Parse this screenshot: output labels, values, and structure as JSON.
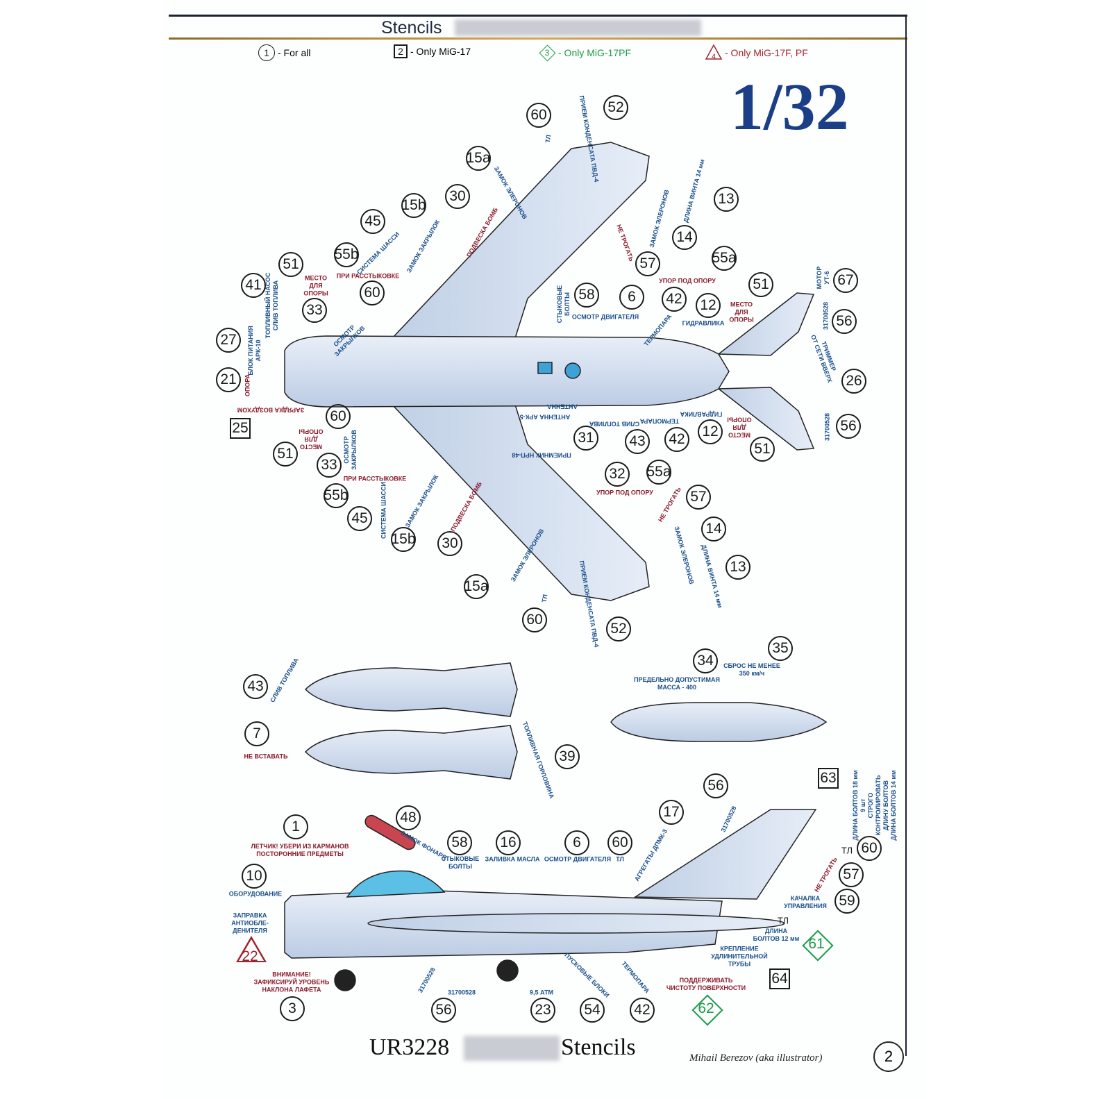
{
  "header": {
    "title": "Stencils"
  },
  "legend": [
    {
      "symbol": "1",
      "shape": "circle",
      "label": "- For all",
      "color": "#1a1a1a"
    },
    {
      "symbol": "2",
      "shape": "square",
      "label": "- Only MiG-17",
      "color": "#1a1a1a"
    },
    {
      "symbol": "3",
      "shape": "diamond",
      "label": "- Only MiG-17PF",
      "color": "#1d9a4a"
    },
    {
      "symbol": "4",
      "shape": "triangle",
      "label": "- Only MiG-17F, PF",
      "color": "#a0242e"
    }
  ],
  "scale": "1/32",
  "callouts": [
    {
      "n": "60",
      "shape": "circle"
    },
    {
      "n": "52",
      "shape": "circle"
    },
    {
      "n": "15a",
      "shape": "circle"
    },
    {
      "n": "30",
      "shape": "circle"
    },
    {
      "n": "15b",
      "shape": "circle"
    },
    {
      "n": "45",
      "shape": "circle"
    },
    {
      "n": "13",
      "shape": "circle"
    },
    {
      "n": "14",
      "shape": "circle"
    },
    {
      "n": "55b",
      "shape": "circle"
    },
    {
      "n": "51",
      "shape": "circle"
    },
    {
      "n": "57",
      "shape": "circle"
    },
    {
      "n": "55a",
      "shape": "circle"
    },
    {
      "n": "41",
      "shape": "circle"
    },
    {
      "n": "60",
      "shape": "circle"
    },
    {
      "n": "58",
      "shape": "circle"
    },
    {
      "n": "6",
      "shape": "circle"
    },
    {
      "n": "42",
      "shape": "circle"
    },
    {
      "n": "12",
      "shape": "circle"
    },
    {
      "n": "51",
      "shape": "circle"
    },
    {
      "n": "67",
      "shape": "circle"
    },
    {
      "n": "33",
      "shape": "circle"
    },
    {
      "n": "56",
      "shape": "circle"
    },
    {
      "n": "27",
      "shape": "circle"
    },
    {
      "n": "21",
      "shape": "circle"
    },
    {
      "n": "26",
      "shape": "circle"
    },
    {
      "n": "25",
      "shape": "square"
    },
    {
      "n": "60",
      "shape": "circle"
    },
    {
      "n": "31",
      "shape": "circle"
    },
    {
      "n": "43",
      "shape": "circle"
    },
    {
      "n": "42",
      "shape": "circle"
    },
    {
      "n": "12",
      "shape": "circle"
    },
    {
      "n": "56",
      "shape": "circle"
    },
    {
      "n": "51",
      "shape": "circle"
    },
    {
      "n": "33",
      "shape": "circle"
    },
    {
      "n": "51",
      "shape": "circle"
    },
    {
      "n": "32",
      "shape": "circle"
    },
    {
      "n": "55a",
      "shape": "circle"
    },
    {
      "n": "55b",
      "shape": "circle"
    },
    {
      "n": "57",
      "shape": "circle"
    },
    {
      "n": "45",
      "shape": "circle"
    },
    {
      "n": "14",
      "shape": "circle"
    },
    {
      "n": "15b",
      "shape": "circle"
    },
    {
      "n": "30",
      "shape": "circle"
    },
    {
      "n": "13",
      "shape": "circle"
    },
    {
      "n": "15a",
      "shape": "circle"
    },
    {
      "n": "60",
      "shape": "circle"
    },
    {
      "n": "52",
      "shape": "circle"
    },
    {
      "n": "34",
      "shape": "circle"
    },
    {
      "n": "35",
      "shape": "circle"
    },
    {
      "n": "43",
      "shape": "circle"
    },
    {
      "n": "7",
      "shape": "circle"
    },
    {
      "n": "39",
      "shape": "circle"
    },
    {
      "n": "63",
      "shape": "square"
    },
    {
      "n": "56",
      "shape": "circle"
    },
    {
      "n": "17",
      "shape": "circle"
    },
    {
      "n": "48",
      "shape": "circle"
    },
    {
      "n": "1",
      "shape": "circle"
    },
    {
      "n": "58",
      "shape": "circle"
    },
    {
      "n": "16",
      "shape": "circle"
    },
    {
      "n": "6",
      "shape": "circle"
    },
    {
      "n": "60",
      "shape": "circle"
    },
    {
      "n": "60",
      "shape": "circle"
    },
    {
      "n": "10",
      "shape": "circle"
    },
    {
      "n": "57",
      "shape": "circle"
    },
    {
      "n": "59",
      "shape": "circle"
    },
    {
      "n": "61",
      "shape": "diamond"
    },
    {
      "n": "22",
      "shape": "triangle"
    },
    {
      "n": "64",
      "shape": "square"
    },
    {
      "n": "62",
      "shape": "diamond"
    },
    {
      "n": "3",
      "shape": "circle"
    },
    {
      "n": "56",
      "shape": "circle"
    },
    {
      "n": "23",
      "shape": "circle"
    },
    {
      "n": "54",
      "shape": "circle"
    },
    {
      "n": "42",
      "shape": "circle"
    }
  ],
  "labels": [
    {
      "text": "ТЛ",
      "tone": "blue"
    },
    {
      "text": "ПРИЕМ КОНДЕНСАТА ПВД-4",
      "tone": "blue"
    },
    {
      "text": "ЗАМОК ЭЛЕРОНОВ",
      "tone": "blue"
    },
    {
      "text": "ПОДВЕСКА БОМБ",
      "tone": "red"
    },
    {
      "text": "ЗАМОК ЗАКРЫЛОК",
      "tone": "blue"
    },
    {
      "text": "СИСТЕМА ШАССИ",
      "tone": "blue"
    },
    {
      "text": "ДЛИНА ВИНТА 14 мм",
      "tone": "blue"
    },
    {
      "text": "ЗАМОК ЭЛЕРОНОВ",
      "tone": "blue"
    },
    {
      "text": "НЕ ТРОГАТЬ",
      "tone": "red"
    },
    {
      "text": "УПОР ПОД ОПОРУ",
      "tone": "red"
    },
    {
      "text": "МЕСТО\nДЛЯ\nОПОРЫ",
      "tone": "red"
    },
    {
      "text": "ПРИ РАССТЫКОВКЕ",
      "tone": "red"
    },
    {
      "text": "ТОПЛИВНЫЙ НАСОС\nСЛИВ ТОПЛИВА",
      "tone": "blue"
    },
    {
      "text": "ОСМОТР\nЗАКРЫЛКОВ",
      "tone": "blue"
    },
    {
      "text": "СТЫКОВЫЕ\nБОЛТЫ",
      "tone": "blue"
    },
    {
      "text": "ОСМОТР ДВИГАТЕЛЯ",
      "tone": "blue"
    },
    {
      "text": "ТЕРМОПАРА",
      "tone": "blue"
    },
    {
      "text": "ГИДРАВЛИКА",
      "tone": "blue"
    },
    {
      "text": "МЕСТО\nДЛЯ\nОПОРЫ",
      "tone": "red"
    },
    {
      "text": "МОТОР\nУТ-6",
      "tone": "blue"
    },
    {
      "text": "31700528",
      "tone": "blue"
    },
    {
      "text": "БЛОК ПИТАНИЯ\nАРК-10",
      "tone": "blue"
    },
    {
      "text": "ОПОРА",
      "tone": "red"
    },
    {
      "text": "ТРИММЕР\nОТ СЕТИ ВВЕРХ",
      "tone": "blue"
    },
    {
      "text": "ЗАРЯДКА ВОЗДУХОМ",
      "tone": "red"
    },
    {
      "text": "АНТЕННА АРК-5",
      "tone": "blue"
    },
    {
      "text": "АНТЕННА",
      "tone": "blue"
    },
    {
      "text": "СЛИВ ТОПЛИВА",
      "tone": "blue"
    },
    {
      "text": "ТЕРМОПАРА",
      "tone": "blue"
    },
    {
      "text": "ГИДРАВЛИКА",
      "tone": "blue"
    },
    {
      "text": "МЕСТО\nДЛЯ\nОПОРЫ",
      "tone": "red"
    },
    {
      "text": "31700528",
      "tone": "blue"
    },
    {
      "text": "ПРИЕМНИК НРП-48",
      "tone": "blue"
    },
    {
      "text": "УПОР ПОД ОПОРУ",
      "tone": "red"
    },
    {
      "text": "НЕ ТРОГАТЬ",
      "tone": "red"
    },
    {
      "text": "МЕСТО\nДЛЯ\nОПОРЫ",
      "tone": "red"
    },
    {
      "text": "ОСМОТР\nЗАКРЫЛКОВ",
      "tone": "blue"
    },
    {
      "text": "ПРИ РАССТЫКОВКЕ",
      "tone": "red"
    },
    {
      "text": "СИСТЕМА ШАССИ",
      "tone": "blue"
    },
    {
      "text": "ЗАМОК ЗАКРЫЛОК",
      "tone": "blue"
    },
    {
      "text": "ПОДВЕСКА БОМБ",
      "tone": "red"
    },
    {
      "text": "ЗАМОК ЭЛЕРОНОВ",
      "tone": "blue"
    },
    {
      "text": "ДЛИНА ВИНТА 14 мм",
      "tone": "blue"
    },
    {
      "text": "ЗАМОК ЭЛЕРОНОВ",
      "tone": "blue"
    },
    {
      "text": "ТЛ",
      "tone": "blue"
    },
    {
      "text": "ПРИЕМ КОНДЕНСАТА ПВД-4",
      "tone": "blue"
    },
    {
      "text": "ПРЕДЕЛЬНО ДОПУСТИМАЯ\nМАССА - 400",
      "tone": "blue"
    },
    {
      "text": "СБРОС НЕ МЕНЕЕ\n350 км/ч",
      "tone": "blue"
    },
    {
      "text": "СЛИВ ТОПЛИВА",
      "tone": "blue"
    },
    {
      "text": "НЕ ВСТАВАТЬ",
      "tone": "red"
    },
    {
      "text": "ТОПЛИВНАЯ ГОРЛОВИНА",
      "tone": "blue"
    },
    {
      "text": "ЛЕТЧИК! УБЕРИ ИЗ КАРМАНОВ\nПОСТОРОННИЕ ПРЕДМЕТЫ",
      "tone": "red"
    },
    {
      "text": "ЗАМОК ФОНАРЯ",
      "tone": "blue"
    },
    {
      "text": "ОБОРУДОВАНИЕ",
      "tone": "blue"
    },
    {
      "text": "ЗАПРАВКА\nАНТИОБЛЕ-\nДЕНИТЕЛЯ",
      "tone": "blue"
    },
    {
      "text": "ВНИМАНИЕ!\nЗАФИКСИРУЙ УРОВЕНЬ\nНАКЛОНА ЛАФЕТА",
      "tone": "red"
    },
    {
      "text": "СТЫКОВЫЕ\nБОЛТЫ",
      "tone": "blue"
    },
    {
      "text": "ЗАЛИВКА МАСЛА",
      "tone": "blue"
    },
    {
      "text": "ОСМОТР ДВИГАТЕЛЯ",
      "tone": "blue"
    },
    {
      "text": "ТЛ",
      "tone": "blue"
    },
    {
      "text": "АГРЕГАТЫ ДПМК-3",
      "tone": "blue"
    },
    {
      "text": "31700528",
      "tone": "blue"
    },
    {
      "text": "ДЛИНА БОЛТОВ 18 мм\n9 шт\nСТРОГО\nКОНТРОЛИРОВАТЬ\nДЛИНУ БОЛТОВ\nДЛИНА БОЛТОВ 14 мм",
      "tone": "blue"
    },
    {
      "text": "ТЛ",
      "tone": "black"
    },
    {
      "text": "НЕ ТРОГАТЬ",
      "tone": "red"
    },
    {
      "text": "КАЧАЛКА\nУПРАВЛЕНИЯ",
      "tone": "blue"
    },
    {
      "text": "ТЛ",
      "tone": "black"
    },
    {
      "text": "ДЛИНА\nБОЛТОВ 12 мм",
      "tone": "blue"
    },
    {
      "text": "КРЕПЛЕНИЕ\nУДЛИНИТЕЛЬНОЙ\nТРУБЫ",
      "tone": "blue"
    },
    {
      "text": "ПОДДЕРЖИВАТЬ\nЧИСТОТУ ПОВЕРХНОСТИ",
      "tone": "red"
    },
    {
      "text": "31700528",
      "tone": "blue"
    },
    {
      "text": "31700528",
      "tone": "blue"
    },
    {
      "text": "9,5 АТМ",
      "tone": "blue"
    },
    {
      "text": "ПУСКОВЫЕ БЛОКИ",
      "tone": "blue"
    },
    {
      "text": "ТЕРМОПАРА",
      "tone": "blue"
    }
  ],
  "footer": {
    "code": "UR3228",
    "title": "Stencils",
    "author": "Mihail Berezov (aka illustrator)",
    "page": "2"
  },
  "colors": {
    "accent_blue": "#1b3f86",
    "stencil_blue": "#1a4f8a",
    "stencil_red": "#8b1a2b",
    "pf_green": "#1d9a4a",
    "f_red": "#a0242e",
    "airframe": "#cfdcee"
  }
}
